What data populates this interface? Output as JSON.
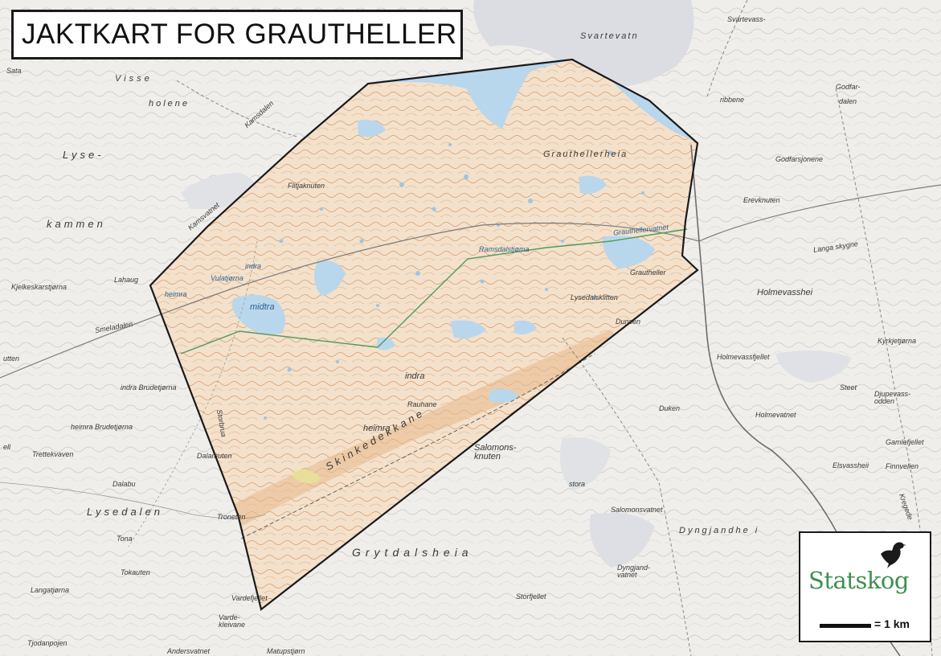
{
  "map": {
    "title": "JAKTKART FOR GRAUTHELLER",
    "scale_label": "= 1 km",
    "logo_text": "Statskog",
    "colors": {
      "terrain_base": "#efeeeb",
      "hunting_area": "#f1d9bf",
      "contour": "#d99a66",
      "water": "#b9d7ec",
      "boundary": "#1a1a1a",
      "trail": "#4f9a5c",
      "logo_green": "#3f8f4e"
    },
    "icons": [
      "bird-icon"
    ]
  },
  "labels": {
    "svartevatn": "Svartevatn",
    "svartevass": "Svartevass-",
    "visse": "Visse",
    "holene": "holene",
    "lyse": "Lyse-",
    "kammen": "kammen",
    "kamsdalen": "Kamsdalen",
    "kamsvatnet": "Kamsvatnet",
    "flitjaknuten": "Flitjaknuten",
    "grauthellerheia": "Grauthellerheia",
    "godfar": "Godfar-",
    "dalen": "dalen",
    "ribbene": "ribbene",
    "godfarsjonene": "Godfarsjonene",
    "erevknuten": "Erevknuten",
    "grauthellervatnet": "Grauthellervatnet",
    "ramsdalsjoma": "Ramsdalstjøma",
    "langa_skygne": "Langa skygne",
    "holmevasshei": "Holmevasshei",
    "indra1": "indra",
    "vulatjorna": "Vulatjørna",
    "heimra1": "heimra",
    "midtra": "midtra",
    "lahaug": "Lahaug",
    "kjelkeskarstjorna": "Kjelkeskarstjørna",
    "smeladalen": "Smeladalen",
    "grautheller": "Grautheller",
    "lysedalsklitten": "Lysedalsklitten",
    "dunsen": "Dunsen",
    "holmevassfjellet": "Holmevassfjellet",
    "indra_brudetjorna": "indra Brudetjørna",
    "heimra_brudetjorna": "heimra Brudetjørna",
    "indra2": "indra",
    "rauhane": "Rauhane",
    "heimra2": "heimra",
    "storbrua": "Storbrua",
    "dalamuten": "Dalamuten",
    "trettekvaven": "Trettekvaven",
    "dalabu": "Dalabu",
    "lysedalen": "Lysedalen",
    "skinkedekkane": "Skinkedekkane",
    "salomonsknuten": "Salomons-knuten",
    "stora": "stora",
    "salomonsvatnet": "Salomonsvatnet",
    "grytdalsheia": "Grytdalsheia",
    "dyngjandhei": "Dyngjandhe i",
    "dyngjandvatnet": "Dyngjand-vatnet",
    "storfjellet": "Storfjellet",
    "vardefjellet": "Vardefjellet",
    "vardekleivane": "Varde-kleivane",
    "tjodanpojen": "Tjodanpojen",
    "tona": "Tona",
    "tokauten": "Tokauten",
    "langatjorna": "Langatjørna",
    "troneten": "Troneten",
    "holmevatnet": "Holmevatnet",
    "elsvassheii": "Elsvassheii",
    "duken": "Duken",
    "steet": "Steet",
    "djupevassodden": "Djupevass-odden",
    "gamlefjellet": "Gamlefjellet",
    "finnvelien": "Finnvelien",
    "kregede": "Kregede",
    "kyrkjetjorna": "Kyrkjetjørna",
    "utten": "utten",
    "sata": "Sata",
    "utvefjell": "ell",
    "andersvatnet": "Andersvatnet",
    "matupstjorn": "Matupstjørn"
  }
}
